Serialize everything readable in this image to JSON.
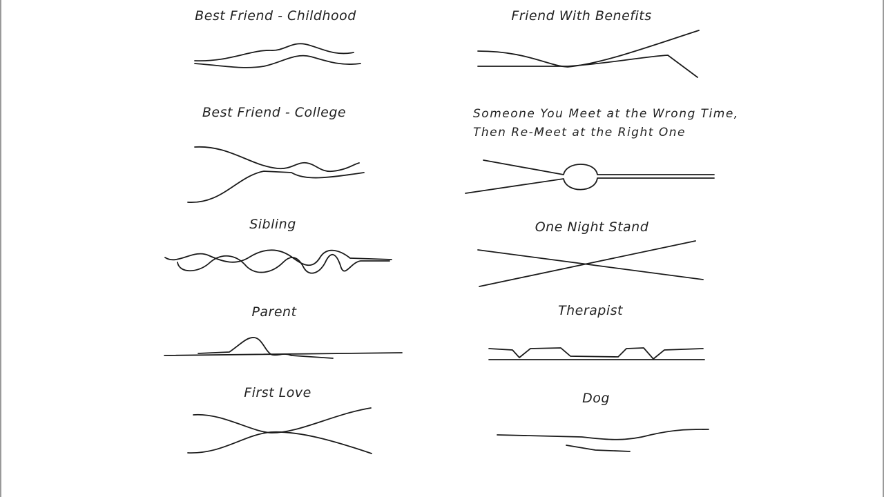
{
  "title": "Relationship Lines",
  "relationships": [
    {
      "label": "Best Friend - Childhood"
    },
    {
      "label": "Friend With Benefits"
    },
    {
      "label": "Best Friend - College"
    },
    {
      "label_line1": "Someone You Meet at the Wrong Time,",
      "label_line2": "Then Re-Meet at the Right One"
    },
    {
      "label": "Sibling"
    },
    {
      "label": "One Night Stand"
    },
    {
      "label": "Parent"
    },
    {
      "label": "Therapist"
    },
    {
      "label": "First Love"
    },
    {
      "label": "Dog"
    }
  ],
  "colors": {
    "ink": "#1a1a1a",
    "background": "#ffffff"
  }
}
